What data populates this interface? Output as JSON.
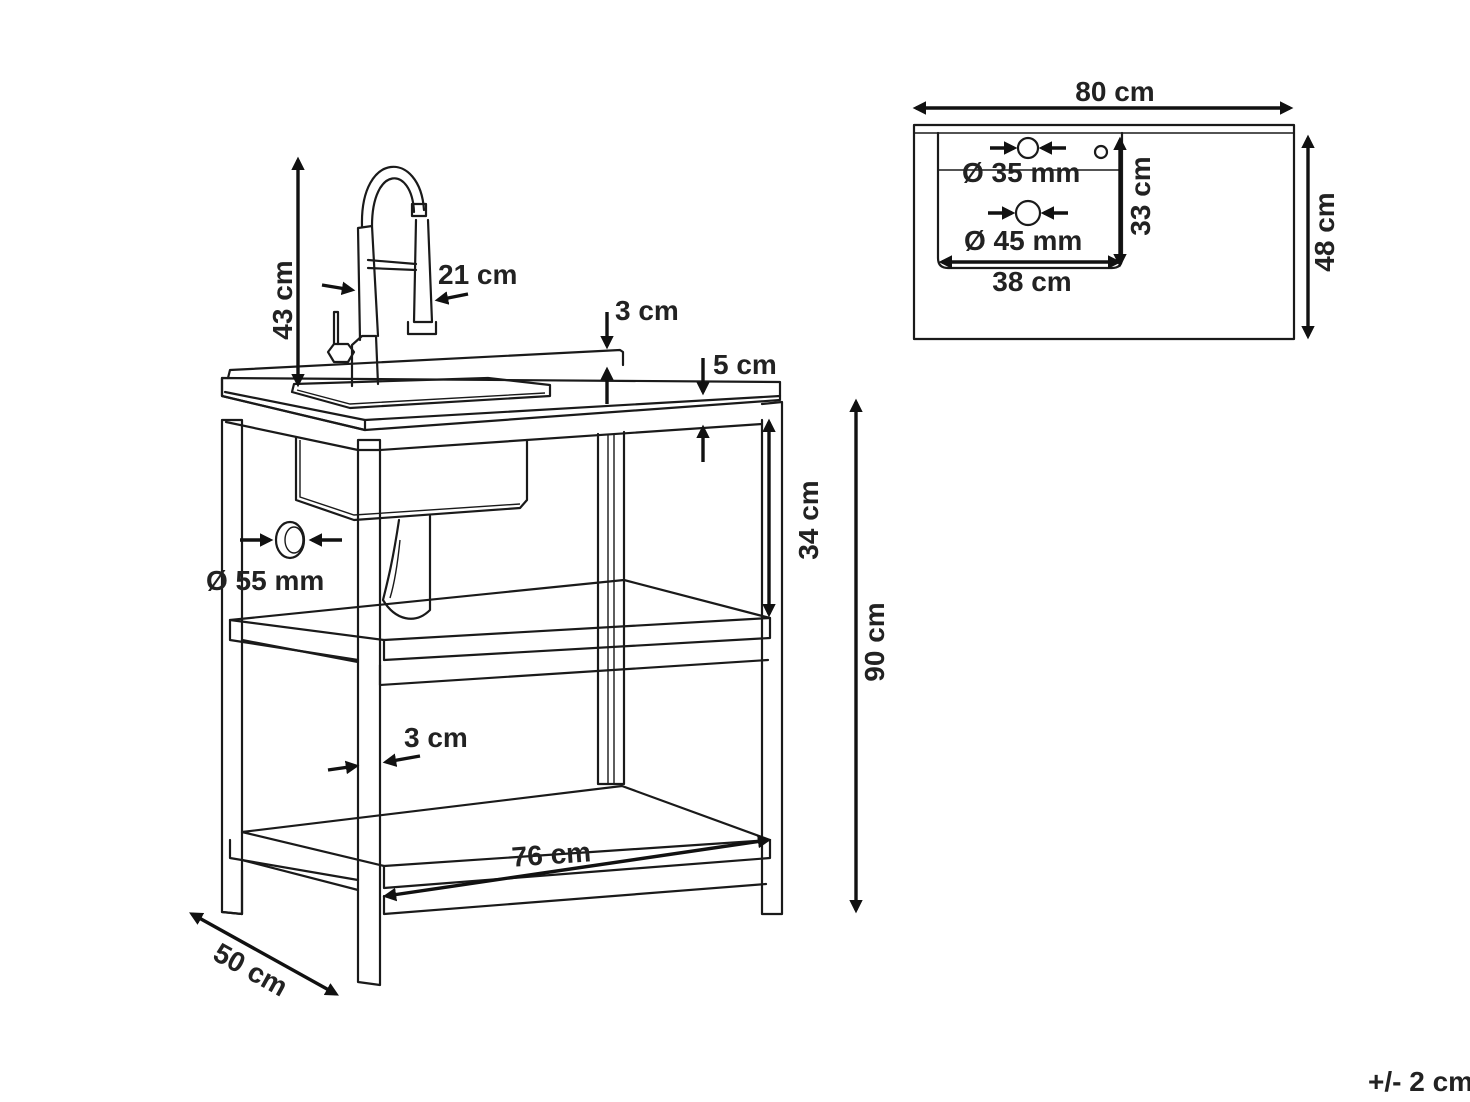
{
  "main_view": {
    "faucet_height": "43 cm",
    "faucet_diameter": "21 cm",
    "backsplash_height": "3 cm",
    "countertop_thickness": "5 cm",
    "shelf_clearance": "34 cm",
    "total_height": "90 cm",
    "drain_diameter": "Ø 55 mm",
    "leg_width": "3 cm",
    "inner_width": "76 cm",
    "depth": "50 cm"
  },
  "top_view": {
    "width": "80 cm",
    "depth": "48 cm",
    "faucet_hole": "Ø 35 mm",
    "drain_hole": "Ø 45 mm",
    "basin_depth": "33 cm",
    "basin_width": "38 cm"
  },
  "tolerance": "+/- 2 cm",
  "colors": {
    "ink": "#1a1a1a",
    "label": "#222222",
    "background": "#ffffff"
  }
}
